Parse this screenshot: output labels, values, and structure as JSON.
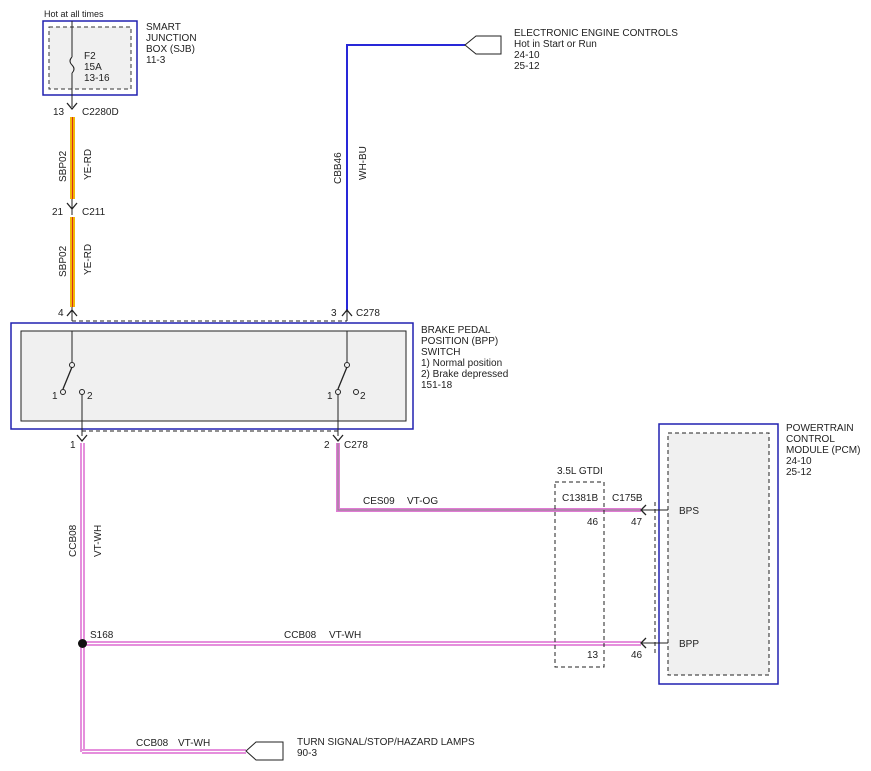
{
  "sjb": {
    "note": "Hot at all times",
    "name_lines": [
      "SMART",
      "JUNCTION",
      "BOX (SJB)",
      "11-3"
    ],
    "fuse": [
      "F2",
      "15A",
      "13-16"
    ]
  },
  "eec": {
    "lines": [
      "ELECTRONIC ENGINE CONTROLS",
      "Hot in Start or Run",
      "24-10",
      "25-12"
    ]
  },
  "conn": {
    "c2280d_pin": "13",
    "c2280d": "C2280D",
    "c211_pin": "21",
    "c211": "C211",
    "c278_pin4": "4",
    "c278_pin3": "3",
    "c278_top": "C278",
    "c278_pin1": "1",
    "c278_pin2": "2",
    "c278_bottom": "C278",
    "c1381b": "C1381B",
    "c1381b_pin46": "46",
    "c1381b_pin13": "13",
    "c175b": "C175B",
    "c175b_pin47": "47",
    "c175b_pin46": "46",
    "gtdi": "3.5L GTDI",
    "s168": "S168"
  },
  "wires": {
    "sbp02_a": "SBP02",
    "yerd_a": "YE-RD",
    "sbp02_b": "SBP02",
    "yerd_b": "YE-RD",
    "cbb46": "CBB46",
    "whbu": "WH-BU",
    "ccb08_v": "CCB08",
    "vtwh_v": "VT-WH",
    "ces09": "CES09",
    "vtog": "VT-OG",
    "ccb08_mid": "CCB08",
    "vtwh_mid": "VT-WH",
    "ccb08_bot": "CCB08",
    "vtwh_bot": "VT-WH"
  },
  "bpp": {
    "lines": [
      "BRAKE PEDAL",
      "POSITION (BPP)",
      "SWITCH",
      "1) Normal position",
      "2) Brake depressed",
      "151-18"
    ],
    "sw_left_1": "1",
    "sw_left_2": "2",
    "sw_right_1": "1",
    "sw_right_2": "2"
  },
  "pcm": {
    "lines": [
      "POWERTRAIN",
      "CONTROL",
      "MODULE (PCM)",
      "24-10",
      "25-12"
    ],
    "bps": "BPS",
    "bpp": "BPP"
  },
  "lamps": {
    "lines": [
      "TURN SIGNAL/STOP/HAZARD LAMPS",
      "90-3"
    ]
  },
  "colors": {
    "ye_rd_fill": "#f2b705",
    "ye_rd_stripe": "#d62b1e",
    "wh_bu": "#2828d8",
    "vt_wh": "#e58fdc",
    "vt_og": "#e07bd4",
    "component_border": "#2020b0",
    "component_fill": "#f0f0f0"
  }
}
